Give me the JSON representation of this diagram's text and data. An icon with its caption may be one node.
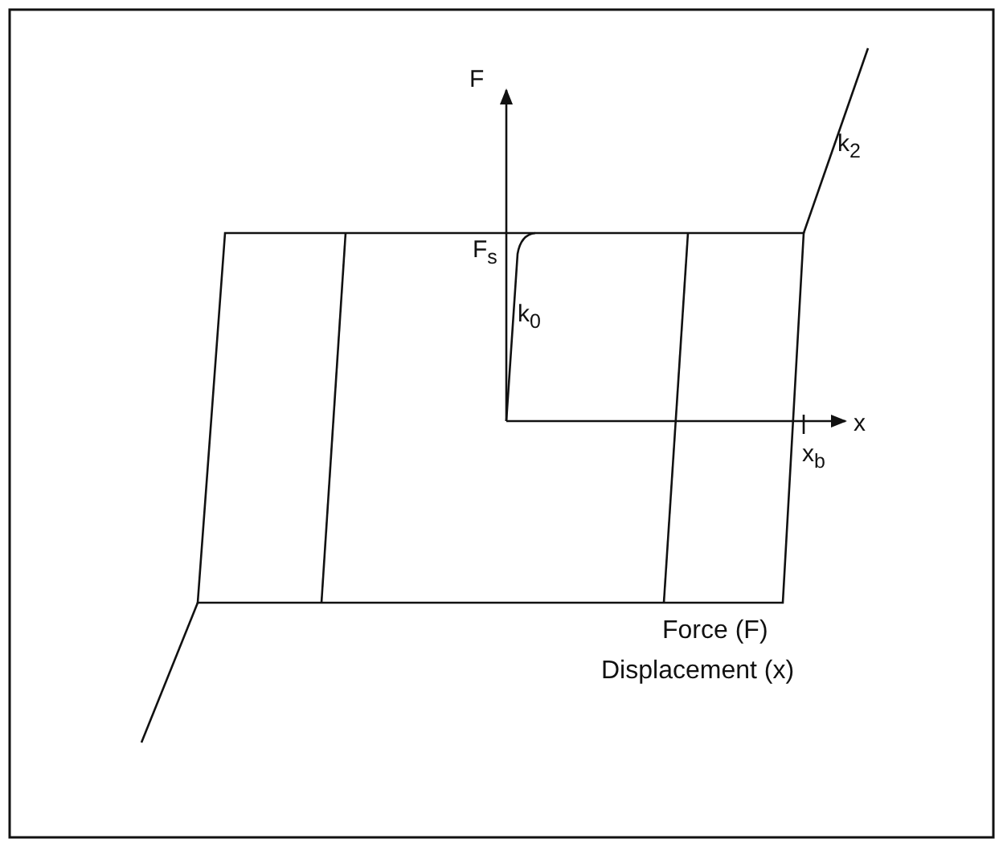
{
  "diagram": {
    "labels": [
      "F",
      "k$_{2}$",
      "F$_{s}$",
      "k$_{0}$",
      "x",
      "x$_{b}$",
      "Force (F)",
      "Displacement (x)"
    ]
  }
}
